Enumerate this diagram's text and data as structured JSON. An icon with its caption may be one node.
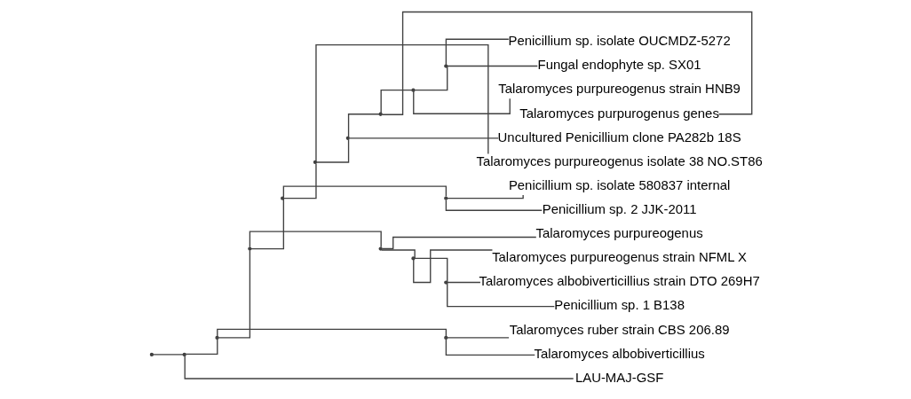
{
  "diagram": {
    "nodes": [
      {
        "text": [],
        "shape": "point"
      },
      {
        "text": [],
        "shape": "point"
      },
      {
        "text": [],
        "shape": "point"
      },
      {
        "text": [],
        "shape": "point"
      },
      {
        "text": [],
        "shape": "point"
      },
      {
        "text": [],
        "shape": "point"
      },
      {
        "text": [],
        "shape": "point"
      },
      {
        "text": [],
        "shape": "point"
      },
      {
        "text": [],
        "shape": "point"
      },
      {
        "text": [],
        "shape": "point"
      },
      {
        "text": [],
        "shape": "point"
      },
      {
        "text": [],
        "shape": "point"
      },
      {
        "text": [],
        "shape": "point"
      },
      {
        "text": [],
        "shape": "point"
      },
      {
        "text": [],
        "shape": "point"
      },
      {
        "text": [
          "Penicillium sp. isolate OUCMDZ-5272"
        ]
      },
      {
        "text": [
          "Fungal endophyte sp. SX01"
        ]
      },
      {
        "text": [
          "Talaromyces purpureogenus strain HNB9"
        ]
      },
      {
        "text": [
          "Talaromyces purpurogenus genes"
        ]
      },
      {
        "text": [
          "Uncultured Penicillium clone PA282b 18S"
        ]
      },
      {
        "text": [
          "Talaromyces purpureogenus isolate 38 NO.ST86"
        ]
      },
      {
        "text": [
          "Penicillium sp. isolate 580837 internal"
        ]
      },
      {
        "text": [
          "Penicillium sp. 2 JJK-2011"
        ]
      },
      {
        "text": [
          "Talaromyces purpureogenus"
        ]
      },
      {
        "text": [
          "Talaromyces purpureogenus strain NFML X"
        ]
      },
      {
        "text": [
          "Talaromyces albobiverticillius strain DTO 269H7"
        ]
      },
      {
        "text": [
          "Penicillium sp. 1 B138"
        ]
      },
      {
        "text": [
          "Talaromyces ruber strain CBS 206.89"
        ]
      },
      {
        "text": [
          "Talaromyces albobiverticillius"
        ]
      },
      {
        "text": [
          "LAU-MAJ-GSF"
        ]
      }
    ],
    "edges": [
      {
        "from": 0,
        "to": 1,
        "arrow": "none"
      },
      {
        "from": 1,
        "to": 2,
        "arrow": "none"
      },
      {
        "from": 1,
        "to": 29,
        "arrow": "none"
      },
      {
        "from": 2,
        "to": 3,
        "arrow": "none"
      },
      {
        "from": 2,
        "to": 7,
        "arrow": "none"
      },
      {
        "from": 3,
        "to": 4,
        "arrow": "none"
      },
      {
        "from": 3,
        "to": 10,
        "arrow": "none"
      },
      {
        "from": 4,
        "to": 5,
        "arrow": "none"
      },
      {
        "from": 4,
        "to": 9,
        "arrow": "none"
      },
      {
        "from": 5,
        "to": 6,
        "arrow": "none"
      },
      {
        "from": 5,
        "to": 20,
        "arrow": "none"
      },
      {
        "from": 6,
        "to": 8,
        "arrow": "none"
      },
      {
        "from": 6,
        "to": 19,
        "arrow": "none"
      },
      {
        "from": 8,
        "to": 12,
        "arrow": "none"
      },
      {
        "from": 8,
        "to": 18,
        "arrow": "none"
      },
      {
        "from": 12,
        "to": 13,
        "arrow": "none"
      },
      {
        "from": 12,
        "to": 17,
        "arrow": "none"
      },
      {
        "from": 13,
        "to": 15,
        "arrow": "none"
      },
      {
        "from": 13,
        "to": 16,
        "arrow": "none"
      },
      {
        "from": 9,
        "to": 21,
        "arrow": "none"
      },
      {
        "from": 9,
        "to": 22,
        "arrow": "none"
      },
      {
        "from": 10,
        "to": 23,
        "arrow": "none"
      },
      {
        "from": 10,
        "to": 11,
        "arrow": "none"
      },
      {
        "from": 11,
        "to": 24,
        "arrow": "none"
      },
      {
        "from": 11,
        "to": 14,
        "arrow": "none"
      },
      {
        "from": 14,
        "to": 25,
        "arrow": "none"
      },
      {
        "from": 14,
        "to": 26,
        "arrow": "none"
      },
      {
        "from": 7,
        "to": 27,
        "arrow": "none"
      },
      {
        "from": 7,
        "to": 28,
        "arrow": "none"
      }
    ]
  }
}
